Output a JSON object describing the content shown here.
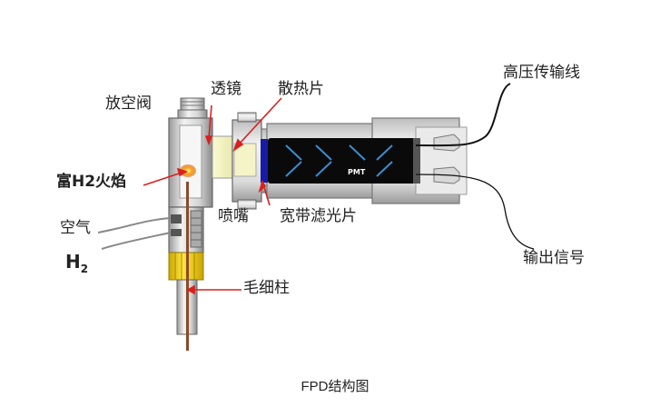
{
  "labels": {
    "vent_valve": "放空阀",
    "lens": "透镜",
    "heat_sink": "散热片",
    "hv_cable": "高压传输线",
    "flame": "富H2火焰",
    "nozzle": "喷嘴",
    "filter": "宽带滤光片",
    "air": "空气",
    "h2": "H",
    "h2_sub": "2",
    "capillary": "毛细柱",
    "output_signal": "输出信号",
    "pmt": "PMT"
  },
  "caption": "FPD结构图",
  "colors": {
    "arrow_red": "#d8201e",
    "pmt_body": "#0a0a0a",
    "filter_blue": "#1a1aa8",
    "flame_orange": "#f59a1a",
    "nut_yellow": "#f2d21a",
    "capillary_brown": "#8b4a2a",
    "housing_gray": "#d9d9d9"
  }
}
